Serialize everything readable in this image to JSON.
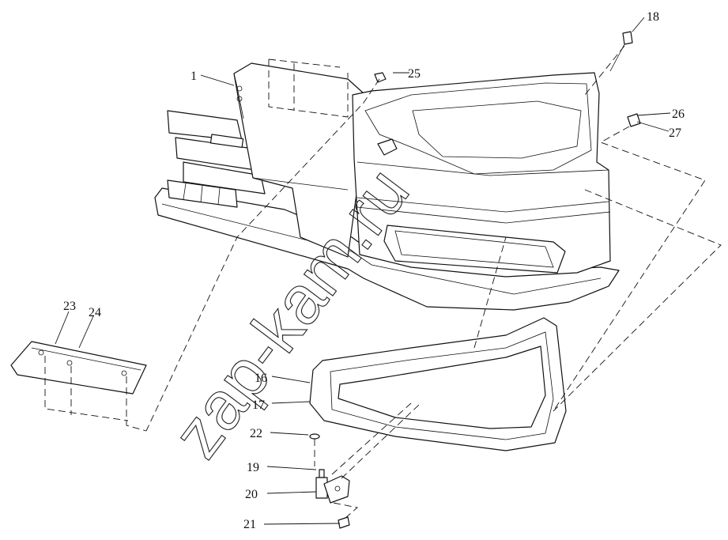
{
  "watermark": "zap-kam.ru",
  "callouts": [
    {
      "id": "1",
      "label": "1"
    },
    {
      "id": "16",
      "label": "16"
    },
    {
      "id": "17",
      "label": "17"
    },
    {
      "id": "18",
      "label": "18"
    },
    {
      "id": "19",
      "label": "19"
    },
    {
      "id": "20",
      "label": "20"
    },
    {
      "id": "21",
      "label": "21"
    },
    {
      "id": "22",
      "label": "22"
    },
    {
      "id": "23",
      "label": "23"
    },
    {
      "id": "24",
      "label": "24"
    },
    {
      "id": "25",
      "label": "25"
    },
    {
      "id": "26",
      "label": "26"
    },
    {
      "id": "27",
      "label": "27"
    }
  ],
  "colors": {
    "ink": "#111111",
    "background": "#ffffff"
  }
}
